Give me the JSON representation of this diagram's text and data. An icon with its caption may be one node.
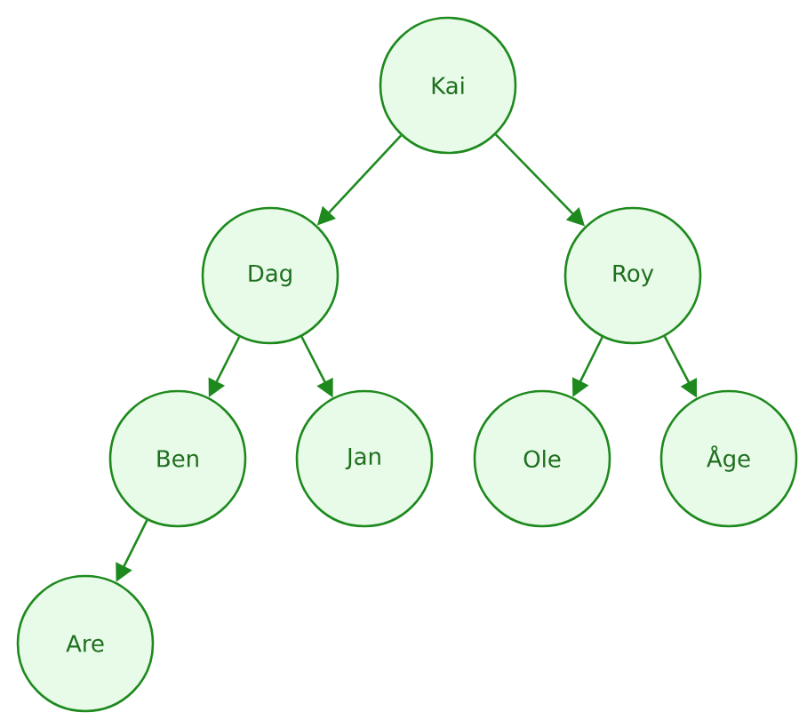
{
  "diagram": {
    "nodes": [
      {
        "text": [
          "Kai"
        ]
      },
      {
        "text": [
          "Dag"
        ]
      },
      {
        "text": [
          "Roy"
        ]
      },
      {
        "text": [
          "Ben"
        ]
      },
      {
        "text": [
          "Jan"
        ]
      },
      {
        "text": [
          "Ole"
        ]
      },
      {
        "text": [
          "Åge"
        ]
      },
      {
        "text": [
          "Are"
        ]
      }
    ],
    "edges": [
      {
        "from": 0,
        "to": 1,
        "arrow": "to"
      },
      {
        "from": 0,
        "to": 2,
        "arrow": "to"
      },
      {
        "from": 1,
        "to": 3,
        "arrow": "to"
      },
      {
        "from": 1,
        "to": 4,
        "arrow": "to"
      },
      {
        "from": 2,
        "to": 5,
        "arrow": "to"
      },
      {
        "from": 2,
        "to": 6,
        "arrow": "to"
      },
      {
        "from": 3,
        "to": 7,
        "arrow": "to"
      }
    ]
  }
}
